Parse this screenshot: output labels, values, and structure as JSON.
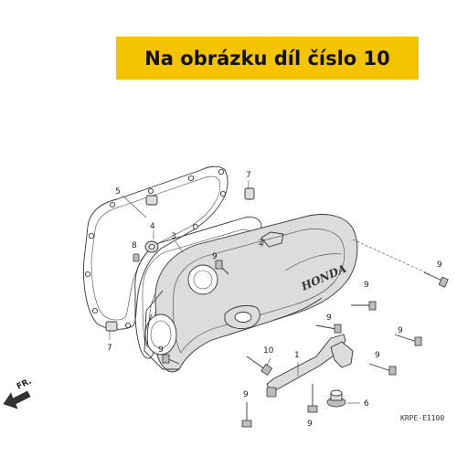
{
  "banner": {
    "text": "Na obrázku díl číslo 10",
    "color": "#f5c400"
  },
  "diagram_code": "KRPE-E1100",
  "direction_label": "FR.",
  "logo_text": "HONDA",
  "callouts": {
    "c1": "1",
    "c2": "2",
    "c3": "3",
    "c4": "4",
    "c5": "5",
    "c6": "6",
    "c7a": "7",
    "c7b": "7",
    "c8": "8",
    "c9a": "9",
    "c9b": "9",
    "c9c": "9",
    "c9d": "9",
    "c9e": "9",
    "c9f": "9",
    "c9g": "9",
    "c9h": "9",
    "c9i": "9",
    "c10": "10"
  }
}
